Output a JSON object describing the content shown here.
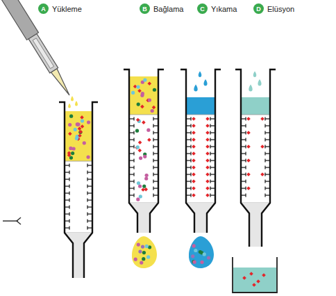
{
  "diagram": {
    "nodes": [
      {
        "text": [
          "A",
          "Yükleme"
        ]
      },
      {
        "text": [
          "B",
          "Bağlama"
        ]
      },
      {
        "text": [
          "C",
          "Yıkama"
        ]
      },
      {
        "text": [
          "D",
          "Elüsyon"
        ]
      }
    ]
  }
}
